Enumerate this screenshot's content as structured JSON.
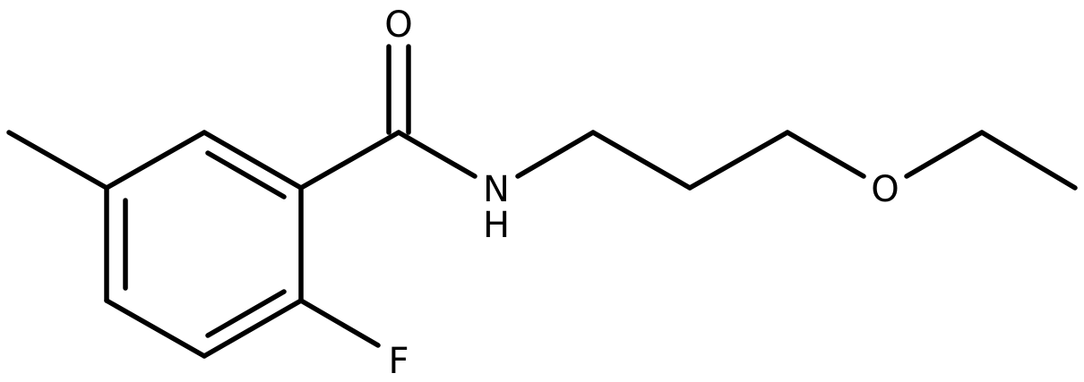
{
  "structure": {
    "atom_labels": {
      "carbonyl_oxygen": "O",
      "amide_nitrogen": "N",
      "amide_hydrogen": "H",
      "ether_oxygen": "O",
      "fluorine": "F"
    },
    "line_color": "#000000",
    "background": "#ffffff"
  }
}
